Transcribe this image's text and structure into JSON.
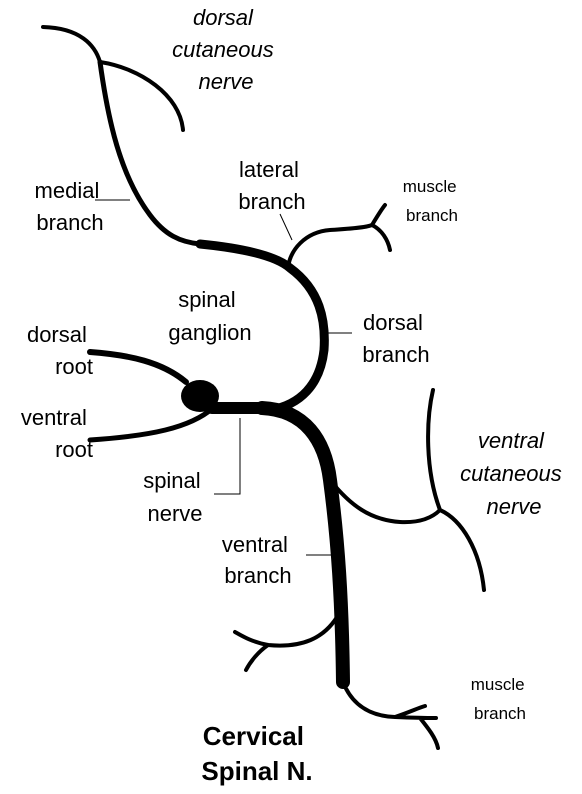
{
  "diagram": {
    "title": [
      "Cervical",
      "Spinal N."
    ],
    "labels": {
      "dorsal_cutaneous_nerve": [
        "dorsal",
        "cutaneous",
        "nerve"
      ],
      "medial_branch": [
        "medial",
        "branch"
      ],
      "lateral_branch": [
        "lateral",
        "branch"
      ],
      "muscle_branch_upper": [
        "muscle",
        "branch"
      ],
      "spinal_ganglion": [
        "spinal",
        "ganglion"
      ],
      "dorsal_root": [
        "dorsal",
        "root"
      ],
      "dorsal_branch": [
        "dorsal",
        "branch"
      ],
      "ventral_root": [
        "ventral",
        "root"
      ],
      "ventral_cutaneous_nerve": [
        "ventral",
        "cutaneous",
        "nerve"
      ],
      "spinal_nerve": [
        "spinal",
        "nerve"
      ],
      "ventral_branch": [
        "ventral",
        "branch"
      ],
      "muscle_branch_lower": [
        "muscle",
        "branch"
      ]
    }
  }
}
